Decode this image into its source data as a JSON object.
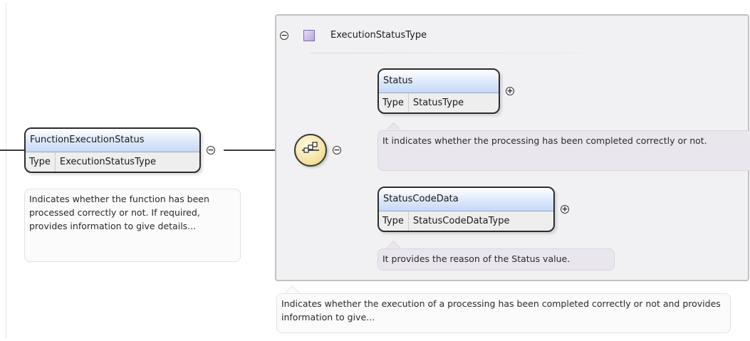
{
  "root": {
    "name": "FunctionExecutionStatus",
    "type_key": "Type",
    "type": "ExecutionStatusType",
    "annotation": "Indicates whether the function has been processed correctly or not. If required, provides information to give details..."
  },
  "complex_type": {
    "name": "ExecutionStatusType",
    "annotation": "Indicates whether the execution of a processing has been completed correctly or not and provides information to give..."
  },
  "children": [
    {
      "name": "Status",
      "type_key": "Type",
      "type": "StatusType",
      "annotation": "It indicates whether the processing has been completed correctly or not."
    },
    {
      "name": "StatusCodeData",
      "type_key": "Type",
      "type": "StatusCodeDataType",
      "annotation": "It provides the reason of the Status value."
    }
  ],
  "icons": {
    "collapse": "minus-circle-icon",
    "expand": "plus-circle-icon",
    "sequence": "sequence-compositor-icon",
    "complex_type": "complex-type-icon"
  },
  "colors": {
    "element_header": "#dbe8fb",
    "group_background": "#f1f1f3",
    "sequence_fill": "#f3df9a",
    "inner_annotation": "#e9e6ee"
  },
  "toggle_symbols": {
    "collapse": "−",
    "expand": "+"
  }
}
